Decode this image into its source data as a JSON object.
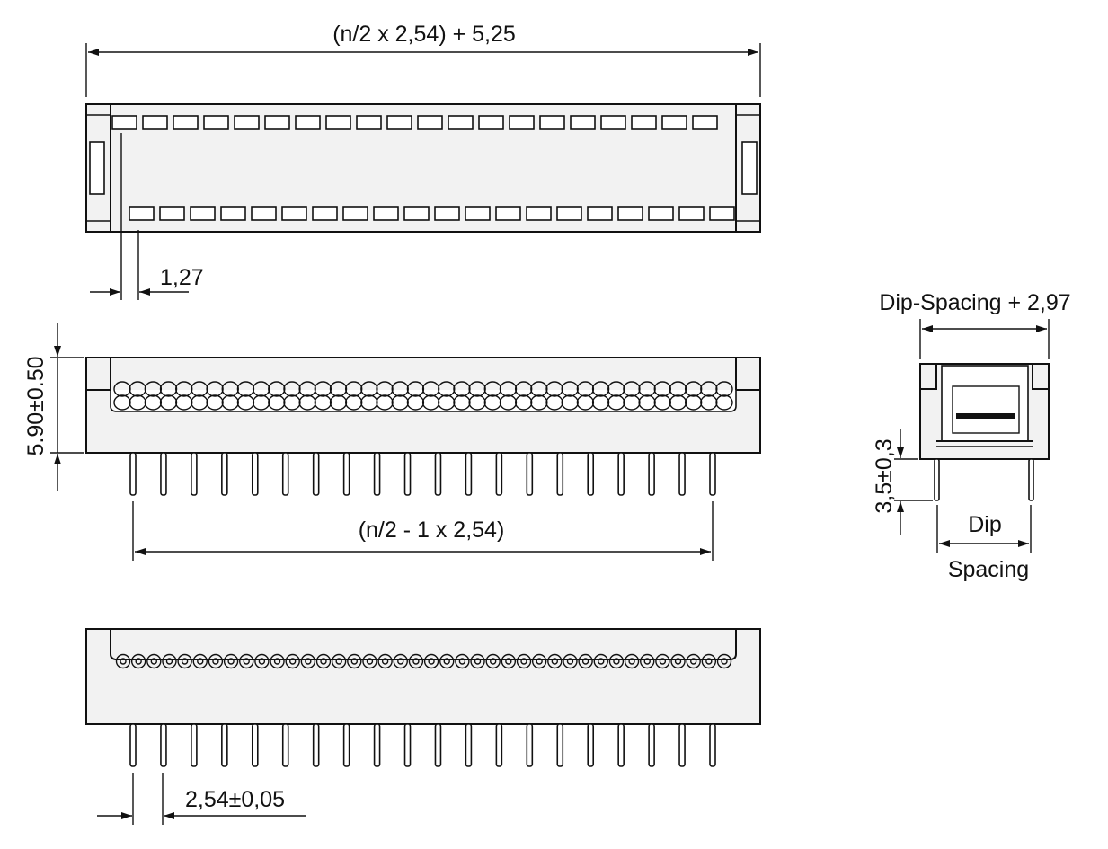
{
  "labels": {
    "overall_length": "(n/2 x 2,54) + 5,25",
    "pin_offset": "1,27",
    "body_height": "5.90±0.50",
    "pin_span": "(n/2 - 1 x 2,54)",
    "pin_pitch": "2,54±0,05",
    "width": "Dip-Spacing + 2,97",
    "pin_length": "3,5±0,3",
    "dip": "Dip",
    "spacing": "Spacing"
  },
  "pin_count_per_row": 20
}
